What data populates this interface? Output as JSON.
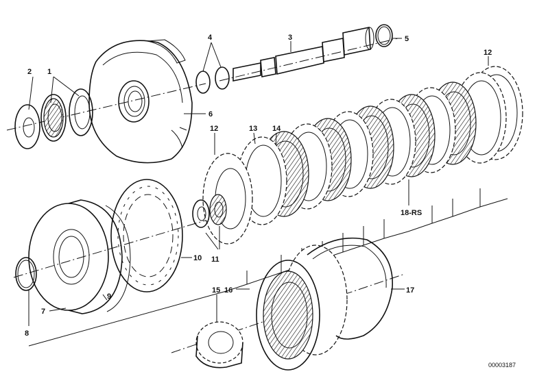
{
  "diagram": {
    "callouts": {
      "c1": "1",
      "c2": "2",
      "c3": "3",
      "c4": "4",
      "c5": "5",
      "c6": "6",
      "c7": "7",
      "c8": "8",
      "c9": "9",
      "c10": "10",
      "c11": "11",
      "c12a": "12",
      "c12b": "12",
      "c13": "13",
      "c14": "14",
      "c15": "15",
      "c16": "16",
      "c17": "17",
      "c18": "18-RS"
    },
    "reference_number": "00003187"
  }
}
